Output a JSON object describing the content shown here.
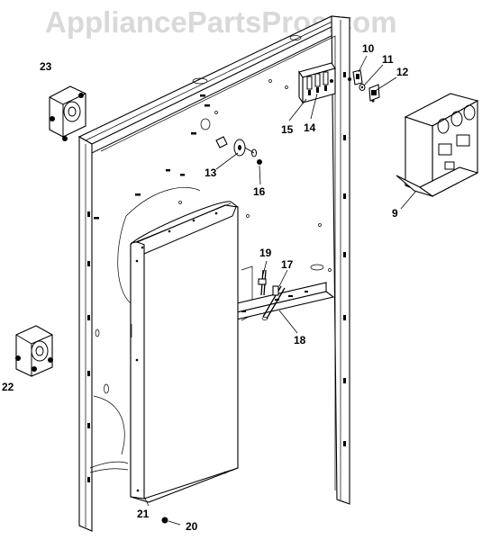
{
  "watermark": "AppliancePartsPros.com",
  "callouts": {
    "c9": "9",
    "c10": "10",
    "c11": "11",
    "c12": "12",
    "c13": "13",
    "c14": "14",
    "c15": "15",
    "c16": "16",
    "c17": "17",
    "c18": "18",
    "c19": "19",
    "c20": "20",
    "c21": "21",
    "c22": "22",
    "c23": "23"
  }
}
